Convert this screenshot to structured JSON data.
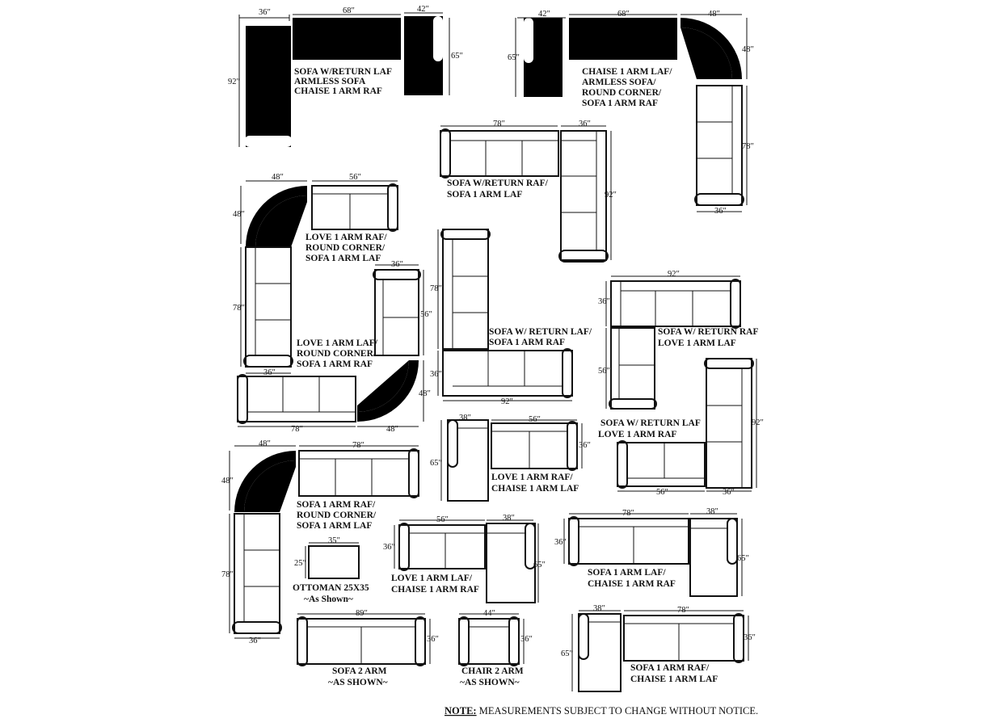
{
  "labels": {
    "g1": [
      "SOFA W/RETURN LAF",
      "ARMLESS SOFA",
      "CHAISE 1 ARM RAF"
    ],
    "g2": [
      "CHAISE 1 ARM LAF/",
      "ARMLESS SOFA/",
      "ROUND CORNER/",
      "SOFA 1 ARM RAF"
    ],
    "g3": [
      "SOFA W/RETURN RAF/",
      "SOFA 1 ARM LAF"
    ],
    "g4": [
      "LOVE 1 ARM RAF/",
      "ROUND CORNER/",
      "SOFA 1 ARM LAF"
    ],
    "g5": [
      "LOVE 1 ARM LAF/",
      "ROUND CORNER/",
      "SOFA 1 ARM RAF"
    ],
    "g6": [
      "SOFA W/ RETURN LAF/",
      "SOFA 1 ARM RAF"
    ],
    "g7": [
      "SOFA W/ RETURN RAF",
      "LOVE 1 ARM LAF"
    ],
    "g8": [
      "SOFA  W/ RETURN LAF",
      "LOVE 1 ARM  RAF"
    ],
    "g9": [
      "LOVE 1 ARM RAF/",
      "CHAISE 1 ARM LAF"
    ],
    "g10": [
      "SOFA 1 ARM RAF/",
      "ROUND CORNER/",
      "SOFA 1 ARM LAF"
    ],
    "g11": [
      "OTTOMAN 25X35",
      "~As Shown~"
    ],
    "g12": [
      "LOVE 1 ARM LAF/",
      "CHAISE 1 ARM RAF"
    ],
    "g13": [
      "SOFA 1 ARM LAF/",
      "CHAISE 1 ARM RAF"
    ],
    "g14": [
      "SOFA 2 ARM",
      "~AS SHOWN~"
    ],
    "g15": [
      "CHAIR 2 ARM",
      "~AS SHOWN~"
    ],
    "g16": [
      "SOFA 1 ARM RAF/",
      "CHAISE 1 ARM LAF"
    ]
  },
  "dims": {
    "d36": "36″",
    "d68": "68″",
    "d42": "42″",
    "d48": "48″",
    "d56": "56″",
    "d65": "65″",
    "d78": "78″",
    "d92": "92″",
    "d38": "38″",
    "d35": "35″",
    "d25": "25″",
    "d89": "89″",
    "d44": "44″"
  },
  "note": {
    "prefix": "NOTE:",
    "text": " MEASUREMENTS SUBJECT TO CHANGE WITHOUT NOTICE."
  }
}
